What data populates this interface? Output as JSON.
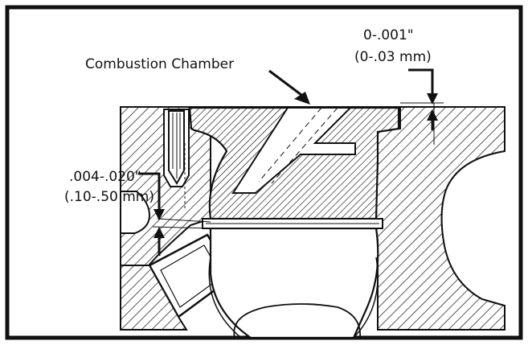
{
  "labels": {
    "chamber": "Combustion Chamber",
    "top_clearance_in": "0-.001\"",
    "top_clearance_mm": "(0-.03 mm)",
    "side_clearance_in": ".004-.020\"",
    "side_clearance_mm": "(.10-.50 mm)"
  },
  "colors": {
    "ink": "#111111",
    "paper": "#ffffff"
  }
}
